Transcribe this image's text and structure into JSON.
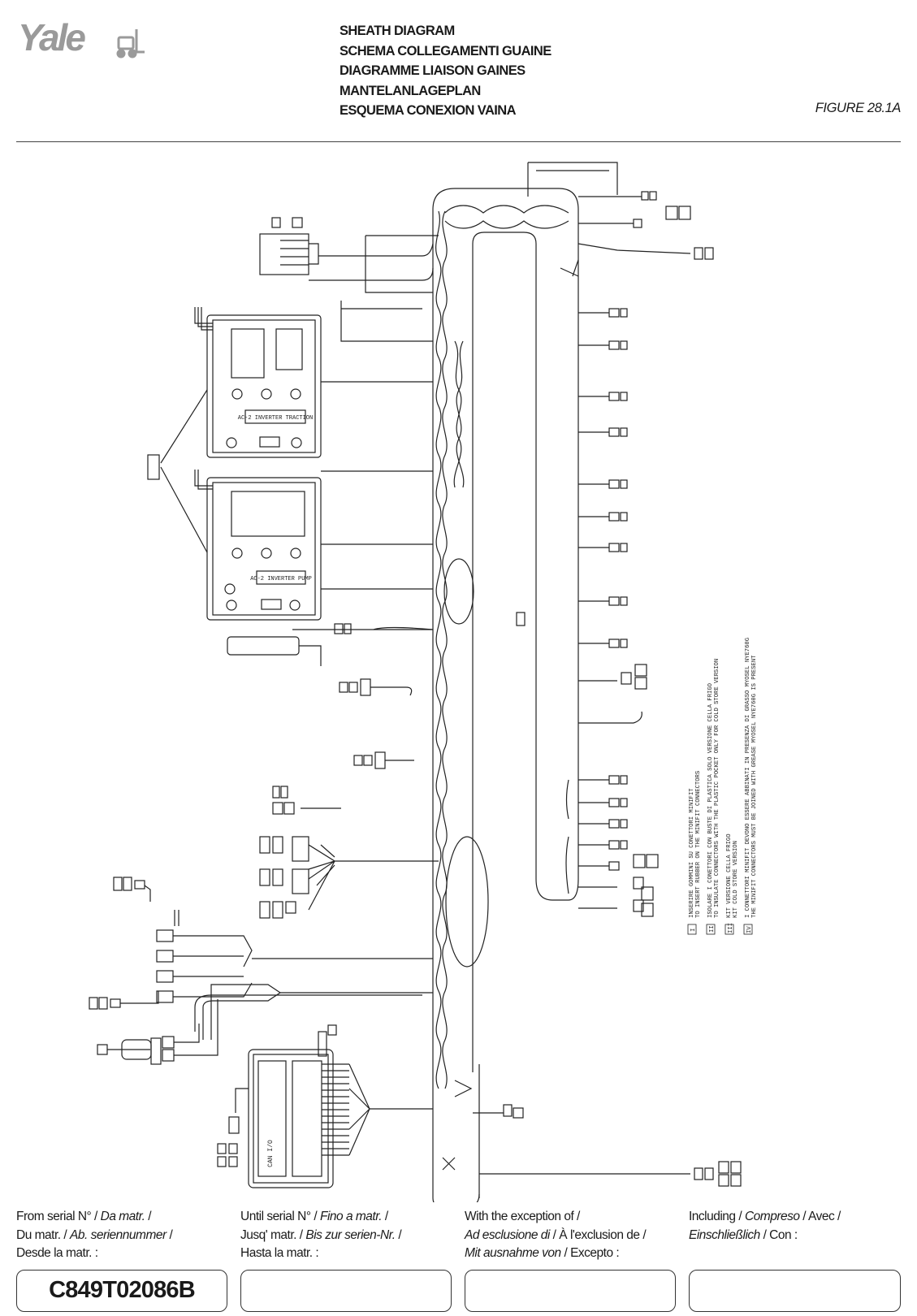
{
  "header": {
    "brand": "Yale",
    "titles": [
      "SHEATH DIAGRAM",
      "SCHEMA COLLEGAMENTI GUAINE",
      "DIAGRAMME LIAISON GAINES",
      "MANTELANLAGEPLAN",
      "ESQUEMA CONEXION VAINA"
    ],
    "figure": "FIGURE 28.1A"
  },
  "diagram": {
    "inverter_traction_label": "AC-2 INVERTER TRACTION",
    "inverter_pump_label": "AC-2 INVERTER PUMP",
    "can_io_label": "CAN I/O",
    "notes": [
      {
        "num": "I",
        "it": "INSERIRE GOMMINI SU CONETTORI MINIFIT",
        "en": "TO INSERT RUBBER ON THE MINIFIT CONNECTORS"
      },
      {
        "num": "II",
        "it": "ISOLARE I CONETTORI CON BUSTE DI PLASTICA SOLO VERSIONE CELLA FRIGO",
        "en": "TO INSULATE CONNECTORS WITH THE PLASTIC POCKET ONLY FOR COLD STORE VERSION"
      },
      {
        "num": "III",
        "it": "KIT VERSIONE CELLA FRIGO",
        "en": "KIT COLD STORE VERSION"
      },
      {
        "num": "IV",
        "it": "I CONNETTORI MINIFIT DEVONO ESSERE ABBINATI IN PRESENZA DI GRASSO MYOSEL NYE760G",
        "en": "THE MINIFIT CONNECTORS MUST BE JOINED WITH GREASE MYOSEL NYE760G IS PRESENT"
      }
    ]
  },
  "footer": {
    "col1": {
      "l1a": "From serial N° / ",
      "l1b": "Da matr.",
      "l1c": " /",
      "l2a": "Du matr. / ",
      "l2b": "Ab. seriennummer",
      "l2c": " /",
      "l3": "Desde la matr. :"
    },
    "col2": {
      "l1a": "Until serial N° / ",
      "l1b": "Fino a matr.",
      "l1c": " /",
      "l2a": "Jusq' matr. / ",
      "l2b": "Bis zur serien-Nr.",
      "l2c": " /",
      "l3": "Hasta la matr. :"
    },
    "col3": {
      "l1": "With the exception of /",
      "l2a": "Ad esclusione di",
      "l2b": " / À l'exclusion de /",
      "l3a": "Mit ausnahme von",
      "l3b": " / Excepto :"
    },
    "col4": {
      "l1a": "Including / ",
      "l1b": "Compreso",
      "l1c": " / Avec /",
      "l2a": "Einschließlich",
      "l2b": " / Con :"
    },
    "from_serial": "C849T02086B",
    "until_serial": "",
    "exception": "",
    "including": ""
  }
}
